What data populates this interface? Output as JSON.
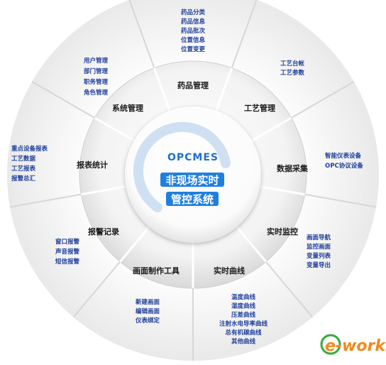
{
  "center": {
    "title": "OPCMES",
    "line1": "非现场实时",
    "line2": "管控系统"
  },
  "segments": [
    {
      "label": "药品管理",
      "icon": "medicine-icon",
      "items": [
        "药品分类",
        "药品信息",
        "药品批次",
        "位置信息",
        "位置变更"
      ]
    },
    {
      "label": "工艺管理",
      "icon": "tools-icon",
      "items": [
        "工艺台帐",
        "工艺参数"
      ]
    },
    {
      "label": "数据采集",
      "icon": "data-collect-icon",
      "items": [
        "智能仪表设备",
        "OPC协议设备"
      ]
    },
    {
      "label": "实时监控",
      "icon": "monitor-network-icon",
      "items": [
        "画面导航",
        "监控画面",
        "变量列表",
        "变量导出"
      ]
    },
    {
      "label": "实时曲线",
      "icon": "chart-curve-icon",
      "items": [
        "温度曲线",
        "湿度曲线",
        "压差曲线",
        "注射水电导率曲线",
        "总有机碳曲线",
        "其他曲线"
      ]
    },
    {
      "label": "画面制作工具",
      "icon": "drawing-tool-icon",
      "items": [
        "新建画面",
        "编辑画面",
        "仪表绑定"
      ]
    },
    {
      "label": "报警记录",
      "icon": "speaker-icon",
      "items": [
        "窗口报警",
        "声音报警",
        "短信报警"
      ]
    },
    {
      "label": "报表统计",
      "icon": "report-folder-icon",
      "items": [
        "重点设备报表",
        "工艺数据",
        "工艺报表",
        "报警总汇"
      ]
    },
    {
      "label": "系统管理",
      "icon": "system-settings-icon",
      "items": [
        "用户管理",
        "部门管理",
        "职务管理",
        "角色管理"
      ]
    }
  ],
  "watermark": "e-works",
  "colors": {
    "item_text": "#1f3f9a",
    "center_text": "#1f6fd0",
    "center_bar": "#1f7fe0",
    "brand_green": "#3aa83a",
    "brand_orange": "#f08a1c"
  }
}
